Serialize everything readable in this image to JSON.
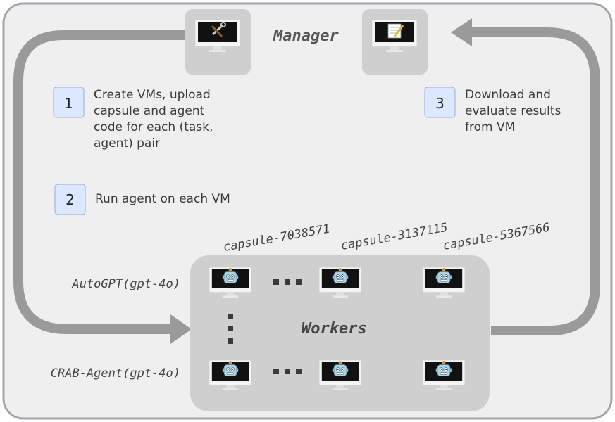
{
  "manager": {
    "title": "Manager",
    "icons": [
      "tools-icon",
      "notepad-icon"
    ]
  },
  "steps": [
    {
      "number": "1",
      "lines": [
        "Create VMs, upload",
        "capsule and agent",
        "code for each (task,",
        "agent) pair"
      ]
    },
    {
      "number": "2",
      "lines": [
        "Run agent on each VM"
      ]
    },
    {
      "number": "3",
      "lines": [
        "Download and",
        "evaluate results",
        "from VM"
      ]
    }
  ],
  "capsules": [
    "capsule-7038571",
    "capsule-3137115",
    "capsule-5367566"
  ],
  "agents": [
    "AutoGPT(gpt-4o)",
    "CRAB-Agent(gpt-4o)"
  ],
  "workers": {
    "title": "Workers",
    "icon": "robot-icon"
  },
  "colors": {
    "outer_bg": "#efefef",
    "outer_border": "#a2a6ab",
    "arrow": "#9a9a9a",
    "box": "#cfcfcf",
    "step_badge": "#dbe8ff",
    "step_badge_border": "#93aedb",
    "text": "#3a3a3a"
  }
}
